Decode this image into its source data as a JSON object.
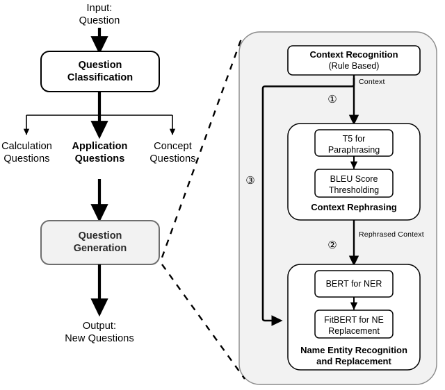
{
  "figure": {
    "type": "flowchart",
    "left_pipeline": {
      "input_label": "Input:\nQuestion",
      "classification_box": "Question\nClassification",
      "branches": [
        {
          "label": "Calculation\nQuestions",
          "emphasis": "normal"
        },
        {
          "label": "Application\nQuestions",
          "emphasis": "bold"
        },
        {
          "label": "Concept\nQuestions",
          "emphasis": "normal"
        }
      ],
      "generation_box": "Question\nGeneration",
      "output_label": "Output:\nNew Questions"
    },
    "detail_panel": {
      "context_recognition": {
        "title": "Context Recognition",
        "subtitle": "(Rule Based)"
      },
      "rephrasing_group": {
        "caption": "Context Rephrasing",
        "steps": [
          "T5 for\nParaphrasing",
          "BLEU Score\nThresholding"
        ]
      },
      "ner_group": {
        "caption": "Name Entity Recognition\nand Replacement",
        "steps": [
          "BERT for NER",
          "FitBERT for NE\nReplacement"
        ]
      },
      "edges": [
        {
          "marker": "①",
          "note": "Context"
        },
        {
          "marker": "②",
          "note": "Rephrased Context"
        },
        {
          "marker": "③",
          "note": ""
        }
      ]
    },
    "colors": {
      "stroke": "#000000",
      "panel_fill": "#f2f2f2",
      "panel_stroke": "#7a7a7a",
      "box_fill": "#ffffff",
      "generation_fill": "#f2f2f2",
      "generation_stroke": "#6e6e6e"
    }
  }
}
